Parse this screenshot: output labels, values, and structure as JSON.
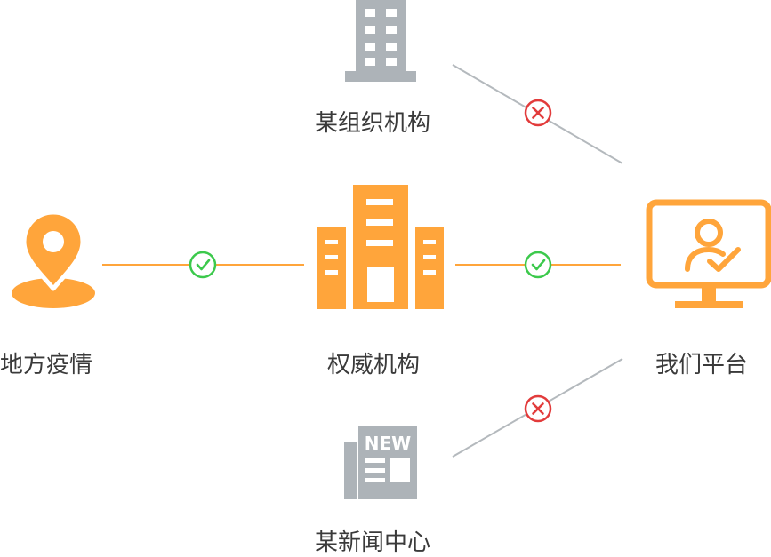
{
  "nodes": {
    "local": {
      "label": "地方疫情"
    },
    "authority": {
      "label": "权威机构"
    },
    "platform": {
      "label": "我们平台"
    },
    "organization": {
      "label": "某组织机构"
    },
    "news": {
      "label": "某新闻中心",
      "badge_text": "NEW"
    }
  },
  "connections": [
    {
      "from": "local",
      "to": "authority",
      "status": "allowed",
      "icon": "check-circle-icon"
    },
    {
      "from": "authority",
      "to": "platform",
      "status": "allowed",
      "icon": "check-circle-icon"
    },
    {
      "from": "organization",
      "to": "platform",
      "status": "blocked",
      "icon": "x-circle-icon"
    },
    {
      "from": "news",
      "to": "platform",
      "status": "blocked",
      "icon": "x-circle-icon"
    }
  ],
  "colors": {
    "accent": "#FFA53B",
    "neutral": "#ADB3B8",
    "line_neutral": "#B4B9BD",
    "ok": "#3CC94C",
    "error": "#E23B3B",
    "text": "#3A3A3A"
  }
}
